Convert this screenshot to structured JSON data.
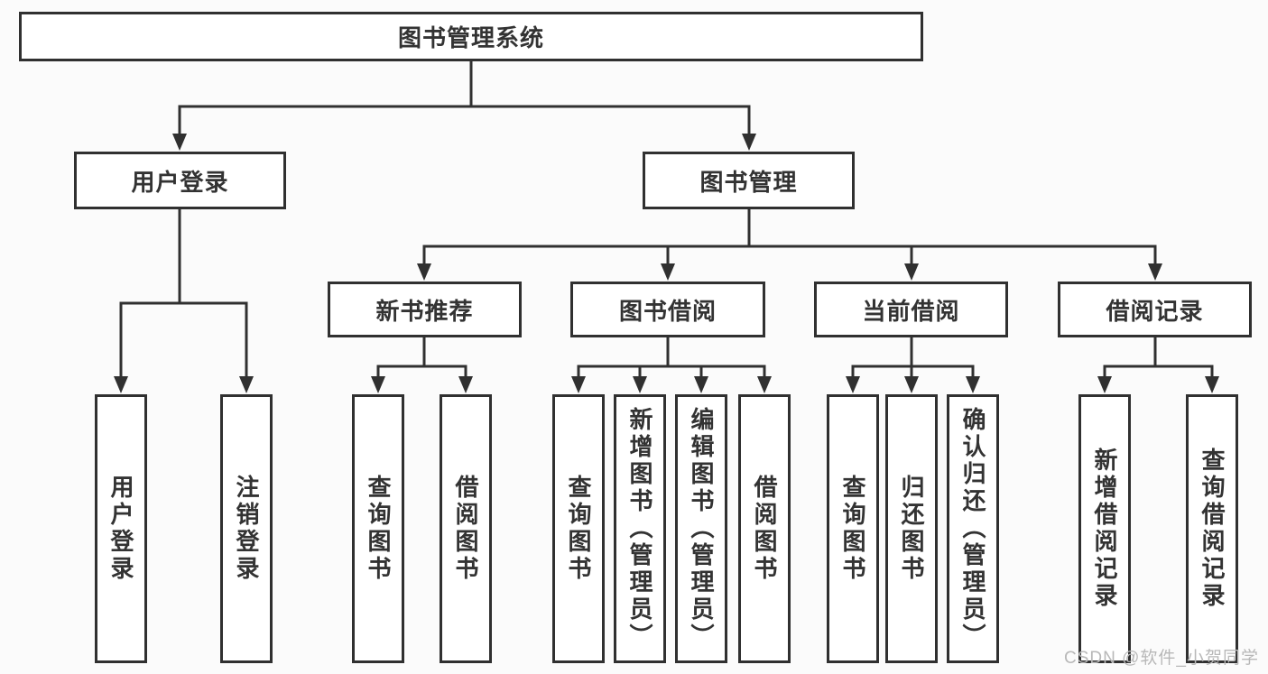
{
  "colors": {
    "line": "#303030",
    "text": "#333333",
    "background": "#fbfbfb",
    "watermark": "#b8b8b8"
  },
  "watermark": {
    "text": "CSDN @软件_小贺同学"
  },
  "tree": {
    "label": "图书管理系统",
    "children": [
      {
        "label": "用户登录",
        "children": [
          {
            "label": "用户登录"
          },
          {
            "label": "注销登录"
          }
        ]
      },
      {
        "label": "图书管理",
        "children": [
          {
            "label": "新书推荐",
            "children": [
              {
                "label": "查询图书"
              },
              {
                "label": "借阅图书"
              }
            ]
          },
          {
            "label": "图书借阅",
            "children": [
              {
                "label": "查询图书"
              },
              {
                "label": "新增图书（管理员）"
              },
              {
                "label": "编辑图书（管理员）"
              },
              {
                "label": "借阅图书"
              }
            ]
          },
          {
            "label": "当前借阅",
            "children": [
              {
                "label": "查询图书"
              },
              {
                "label": "归还图书"
              },
              {
                "label": "确认归还（管理员）"
              }
            ]
          },
          {
            "label": "借阅记录",
            "children": [
              {
                "label": "新增借阅记录"
              },
              {
                "label": "查询借阅记录"
              }
            ]
          }
        ]
      }
    ]
  }
}
